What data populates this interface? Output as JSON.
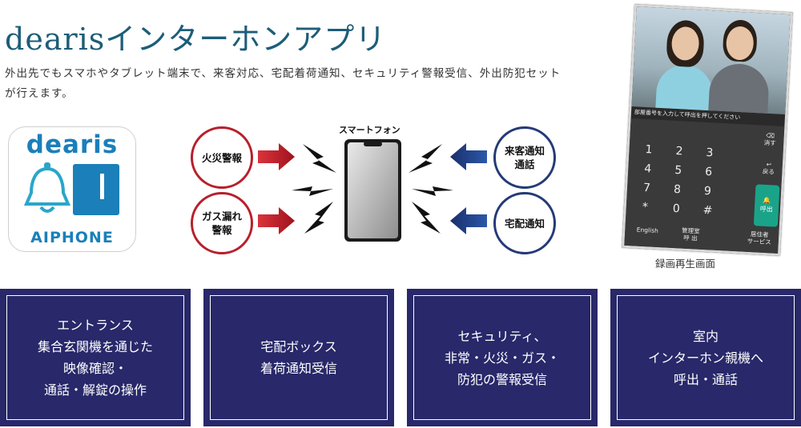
{
  "header": {
    "title": "dearisインターホンアプリ",
    "description": "外出先でもスマホやタブレット端末で、来客対応、宅配着荷通知、セキュリティ警報受信、外出防犯セットが行えます。"
  },
  "app_icon": {
    "word": "dearis",
    "brand": "AIPHONE",
    "icon": "bell-icon",
    "colors": {
      "brand_blue": "#1b7fb9"
    }
  },
  "diagram": {
    "phone_label": "スマートフォン",
    "left_alerts": [
      "火災警報",
      "ガス漏れ\n警報"
    ],
    "right_alerts": [
      "来客通知\n通話",
      "宅配通知"
    ],
    "colors": {
      "red": "#b81f2b",
      "blue": "#243a78"
    }
  },
  "screen": {
    "prompt": "部屋番号を入力して呼出を押してください",
    "keys": [
      "1",
      "2",
      "3",
      "4",
      "5",
      "6",
      "7",
      "8",
      "9",
      "*",
      "0",
      "#"
    ],
    "delete_label": "消す",
    "back_label": "戻る",
    "call_label": "呼出",
    "english_label": "English",
    "manager_label": "管理室\n呼 出",
    "resident_label": "居住者\nサービス"
  },
  "caption": "録画再生画面",
  "features": [
    "エントランス\n集合玄関機を通じた\n映像確認・\n通話・解錠の操作",
    "宅配ボックス\n着荷通知受信",
    "セキュリティ、\n非常・火災・ガス・\n防犯の警報受信",
    "室内\nインターホン親機へ\n呼出・通話"
  ],
  "colors": {
    "title": "#1d5d78",
    "box_bg": "#28286a"
  }
}
